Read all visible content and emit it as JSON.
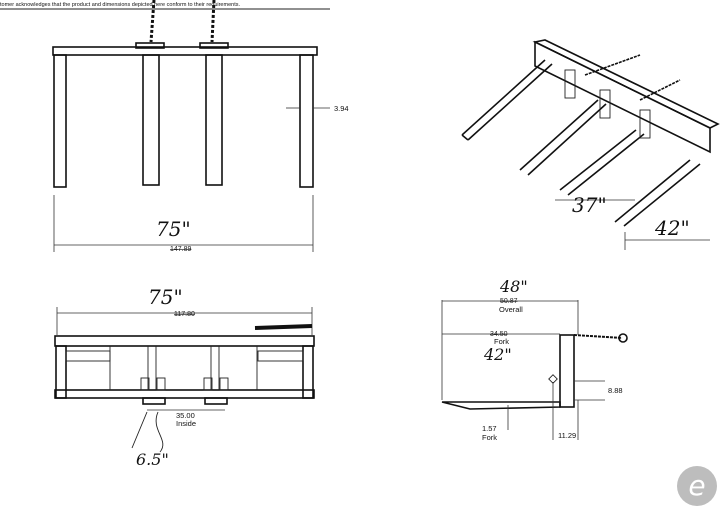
{
  "header_note": "tomer acknowledges that the product and dimensions depicted here conform to their requirements.",
  "front_view": {
    "handwritten_width": "75\"",
    "struck_width": "147.89",
    "fork_width": "3.94"
  },
  "top_view": {
    "handwritten_width": "75\"",
    "struck_width": "117.80",
    "inside_value": "35.00",
    "inside_label": "Inside",
    "handwritten_gap": "6.5\""
  },
  "iso_view": {
    "handwritten_fork_length": "37\"",
    "handwritten_width": "42\""
  },
  "side_view": {
    "handwritten_overall": "48\"",
    "struck_overall": "50.87",
    "overall_label": "Overall",
    "struck_fork": "34.50",
    "fork_label": "Fork",
    "handwritten_fork": "42\"",
    "height_value": "8.88",
    "fork_thickness_value": "1.57",
    "fork_thickness_label": "Fork",
    "depth_value": "11.29"
  },
  "watermark": {
    "letter": "e",
    "color": "#bdbdbd"
  }
}
